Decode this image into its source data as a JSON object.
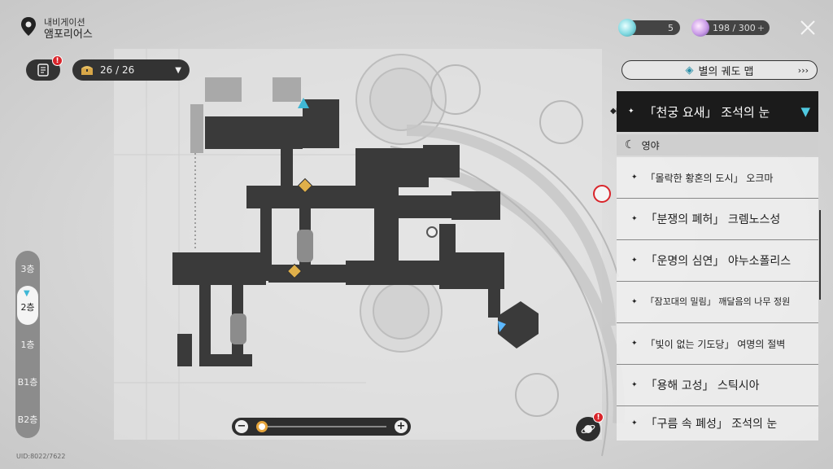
{
  "nav": {
    "subtitle": "내비게이션",
    "location": "앰포리어스"
  },
  "quest_button": {
    "icon": "quest-list-icon",
    "badge": "!"
  },
  "chest_counter": {
    "icon": "treasure-chest-icon",
    "text": "26 / 26"
  },
  "resources": [
    {
      "name": "resource-1",
      "value": "5",
      "color": "#7fd8e0"
    },
    {
      "name": "resource-2",
      "value": "198 / 300",
      "plus": "+",
      "color": "#c89ae6"
    }
  ],
  "star_rail_map_button": {
    "label": "별의 궤도 맵",
    "arrows": "›››"
  },
  "selected_location": {
    "label": "「천궁 요새」 조석의 눈"
  },
  "group_header": {
    "label": "영야",
    "icon": "crescent-moon-icon"
  },
  "locations": [
    {
      "label": "「몰락한 황혼의 도시」 오크마",
      "style": "mid"
    },
    {
      "label": "「분쟁의 폐허」 크렘노스성",
      "style": "normal"
    },
    {
      "label": "「운명의 심연」 야누소폴리스",
      "style": "normal"
    },
    {
      "label": "「잠꼬대의 밀림」 깨달음의 나무 정원",
      "style": "small"
    },
    {
      "label": "「빛이 없는 기도당」 여명의 절벽",
      "style": "mid"
    },
    {
      "label": "「용해 고성」 스틱시아",
      "style": "normal"
    },
    {
      "label": "「구름 속 폐성」 조석의 눈",
      "style": "normal"
    }
  ],
  "floors": [
    {
      "label": "3층",
      "active": false
    },
    {
      "label": "2층",
      "active": true
    },
    {
      "label": "1층",
      "active": false
    },
    {
      "label": "B1층",
      "active": false
    },
    {
      "label": "B2층",
      "active": false
    }
  ],
  "zoom": {
    "level": 0.0,
    "minus": "−",
    "plus": "+"
  },
  "uid": "UID:8022/7622",
  "colors": {
    "accent_cyan": "#3fb7d5",
    "alert_red": "#d9252b",
    "zoom_knob": "#e5a43b"
  }
}
